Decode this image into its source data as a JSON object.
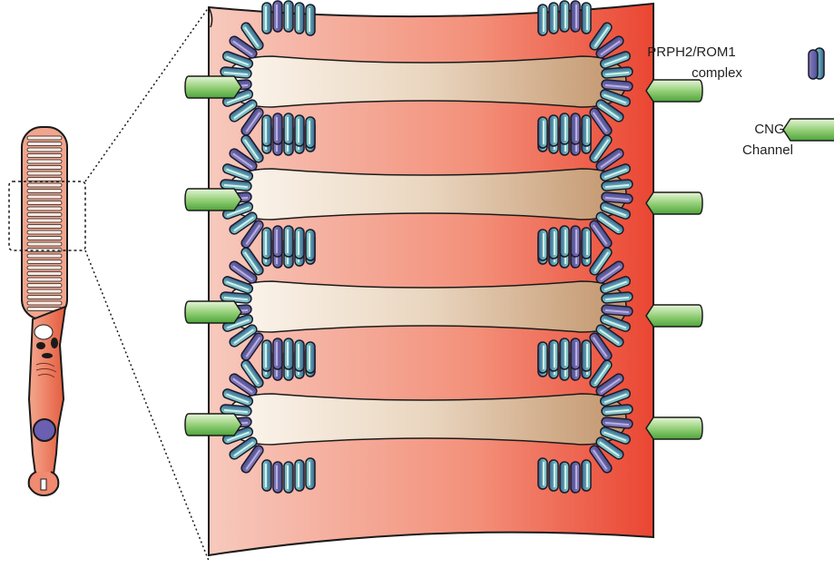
{
  "legend": {
    "prph2_line1": "PRPH2/ROM1",
    "prph2_line2": "complex",
    "cng_line1": "CNG",
    "cng_line2": "Channel"
  },
  "colors": {
    "membrane_left": "#f5c2b6",
    "membrane_right": "#ee4c38",
    "disc_light": "#fbf3e8",
    "disc_dark": "#c79a72",
    "protein_teal": "#7cc4c4",
    "protein_blue": "#3f5a8c",
    "protein_purple": "#7a6cb0",
    "cng_green": "#7cc36a",
    "cell_body": "#e8664a",
    "nucleus": "#6a5fb0"
  },
  "disc_count": 4
}
